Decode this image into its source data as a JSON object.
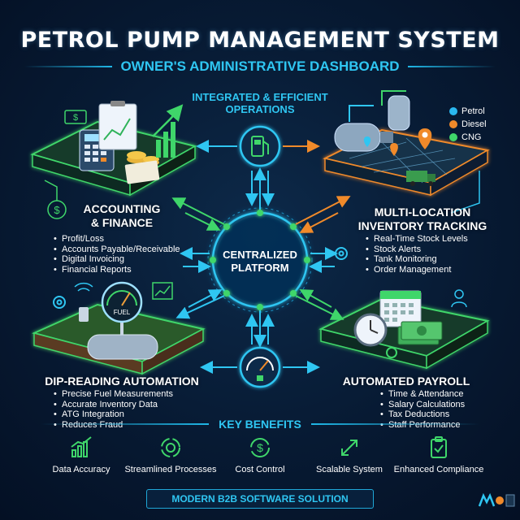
{
  "header": {
    "title": "PETROL PUMP MANAGEMENT SYSTEM",
    "subtitle": "OWNER'S ADMINISTRATIVE DASHBOARD"
  },
  "top_center": {
    "heading_line1": "INTEGRATED & EFFICIENT",
    "heading_line2": "OPERATIONS",
    "icon": "fuel-pump-icon"
  },
  "center_hub": {
    "line1": "CENTRALIZED",
    "line2": "PLATFORM"
  },
  "bottom_center": {
    "icon": "fuel-gauge-icon"
  },
  "accounting": {
    "heading_line1": "ACCOUNTING",
    "heading_line2": "& FINANCE",
    "items": [
      "Profit/Loss",
      "Accounts Payable/Receivable",
      "Digital Invoicing",
      "Financial Reports"
    ]
  },
  "inventory": {
    "heading_line1": "MULTI-LOCATION",
    "heading_line2": "INVENTORY TRACKING",
    "items": [
      "Real-Time Stock Levels",
      "Stock Alerts",
      "Tank Monitoring",
      "Order Management"
    ],
    "legend": [
      {
        "label": "Petrol",
        "color": "#2ab8f0"
      },
      {
        "label": "Diesel",
        "color": "#f08a2a"
      },
      {
        "label": "CNG",
        "color": "#3fd66a"
      }
    ]
  },
  "dip_reading": {
    "heading": "DIP-READING AUTOMATION",
    "gauge_label": "FUEL",
    "items": [
      "Precise Fuel Measurements",
      "Accurate Inventory Data",
      "ATG Integration",
      "Reduces Fraud"
    ]
  },
  "payroll": {
    "heading": "AUTOMATED PAYROLL",
    "items": [
      "Time & Attendance",
      "Salary Calculations",
      "Tax Deductions",
      "Staff Performance"
    ]
  },
  "key_benefits": {
    "title": "KEY BENEFITS",
    "items": [
      {
        "label": "Data Accuracy",
        "icon": "bar-chart-icon"
      },
      {
        "label": "Streamlined Processes",
        "icon": "gear-cycle-icon"
      },
      {
        "label": "Cost Control",
        "icon": "dollar-cycle-icon"
      },
      {
        "label": "Scalable System",
        "icon": "expand-arrows-icon"
      },
      {
        "label": "Enhanced Compliance",
        "icon": "clipboard-check-icon"
      }
    ]
  },
  "footer": {
    "text": "MODERN B2B SOFTWARE SOLUTION"
  },
  "colors": {
    "background": "#071a33",
    "accent_blue": "#2fc6f2",
    "accent_green": "#3fd66a",
    "accent_orange": "#f08a2a"
  }
}
